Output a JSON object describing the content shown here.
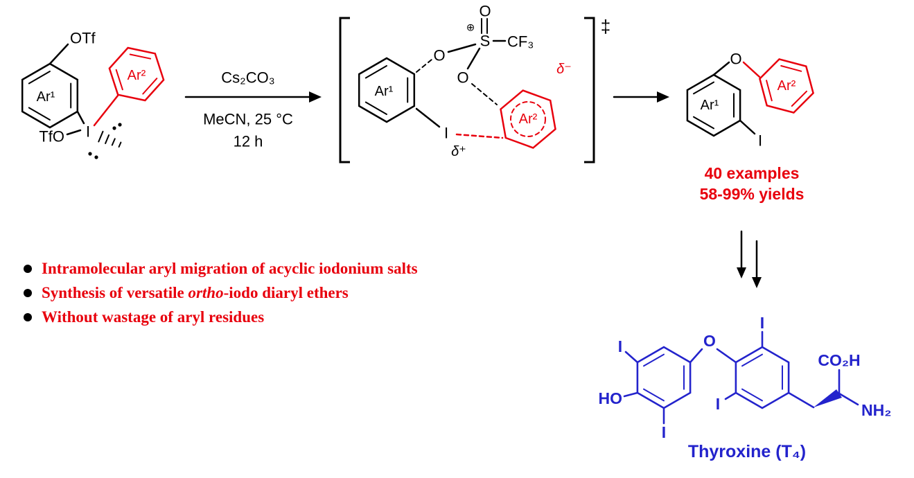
{
  "colors": {
    "red": "#e8000d",
    "blue": "#2323cc"
  },
  "reactant": {
    "ar1": "Ar¹",
    "ar2": "Ar²",
    "otf": "OTf",
    "tfo": "TfO",
    "i": "I"
  },
  "arrow1": {
    "above": "Cs₂CO₃",
    "below1": "MeCN, 25 °C",
    "below2": "12 h"
  },
  "ts": {
    "dagger": "‡",
    "o_top": "O",
    "s": "S",
    "plus_circle": "⊕",
    "cf3": "CF₃",
    "o_left": "O",
    "o_mid": "O",
    "ar1": "Ar¹",
    "i": "I",
    "ar2": "Ar²",
    "delta_minus": "δ⁻",
    "delta_plus": "δ⁺"
  },
  "product": {
    "ar1": "Ar¹",
    "o": "O",
    "ar2": "Ar²",
    "i": "I",
    "stats1": "40 examples",
    "stats2": "58-99% yields"
  },
  "bullets": [
    {
      "prefix": "Intramolecular aryl migration of acyclic iodonium salts",
      "italic": "",
      "suffix": ""
    },
    {
      "prefix": "Synthesis of versatile ",
      "italic": "ortho",
      "suffix": "-iodo diaryl ethers"
    },
    {
      "prefix": "Without wastage of aryl residues",
      "italic": "",
      "suffix": ""
    }
  ],
  "thyroxine": {
    "i_topleft": "I",
    "ho": "HO",
    "i_bottom": "I",
    "o": "O",
    "i_topright": "I",
    "i_midleft": "I",
    "co2h": "CO₂H",
    "nh2": "NH₂",
    "label": "Thyroxine (T₄)"
  }
}
